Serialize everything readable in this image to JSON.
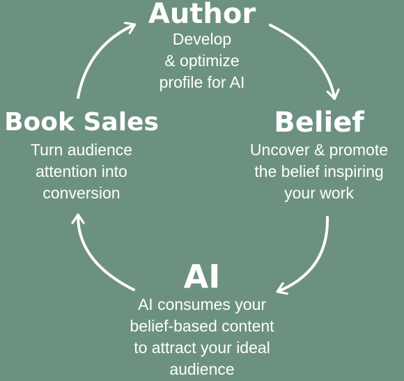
{
  "diagram": {
    "nodes": [
      {
        "id": "author",
        "title": "Author",
        "lines": [
          "Develop",
          "& optimize",
          "profile for AI"
        ]
      },
      {
        "id": "belief",
        "title": "Belief",
        "lines": [
          "Uncover & promote",
          "the belief inspiring",
          "your work"
        ]
      },
      {
        "id": "ai",
        "title": "AI",
        "lines": [
          "AI consumes your",
          "belief-based content",
          "to attract your ideal",
          "audience"
        ]
      },
      {
        "id": "book_sales",
        "title": "Book Sales",
        "lines": [
          "Turn audience",
          "attention into",
          "conversion"
        ]
      }
    ],
    "cycle_direction": "clockwise",
    "colors": {
      "background": "#6d9181",
      "text": "#ffffff",
      "arrow": "#ffffff"
    }
  }
}
